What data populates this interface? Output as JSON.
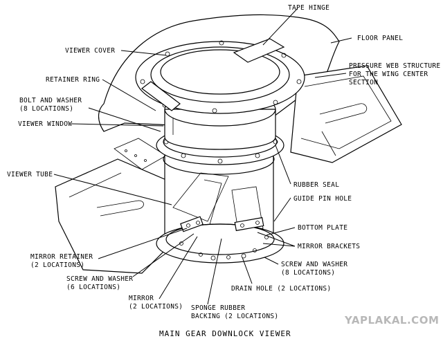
{
  "title": "MAIN GEAR DOWNLOCK VIEWER",
  "watermark": "YAPLAKAL.COM",
  "labels": {
    "tape_hinge": "TAPE HINGE",
    "floor_panel": "FLOOR PANEL",
    "viewer_cover": "VIEWER COVER",
    "pressure_web_1": "PRESSURE WEB STRUCTURE",
    "pressure_web_2": "FOR THE WING CENTER",
    "pressure_web_3": "SECTION",
    "retainer_ring": "RETAINER RING",
    "bolt_washer_1": "BOLT AND WASHER",
    "bolt_washer_2": "(8 LOCATIONS)",
    "viewer_window": "VIEWER WINDOW",
    "viewer_tube": "VIEWER TUBE",
    "rubber_seal": "RUBBER SEAL",
    "guide_pin_hole": "GUIDE PIN HOLE",
    "bottom_plate": "BOTTOM PLATE",
    "mirror_brackets": "MIRROR BRACKETS",
    "mirror_retainer_1": "MIRROR RETAINER",
    "mirror_retainer_2": "(2 LOCATIONS)",
    "screw_washer_left_1": "SCREW AND WASHER",
    "screw_washer_left_2": "(6 LOCATIONS)",
    "screw_washer_right_1": "SCREW AND WASHER",
    "screw_washer_right_2": "(8 LOCATIONS)",
    "mirror_1": "MIRROR",
    "mirror_2": "(2 LOCATIONS)",
    "sponge_1": "SPONGE RUBBER",
    "sponge_2": "BACKING (2 LOCATIONS)",
    "drain_hole": "DRAIN HOLE (2 LOCATIONS)"
  }
}
